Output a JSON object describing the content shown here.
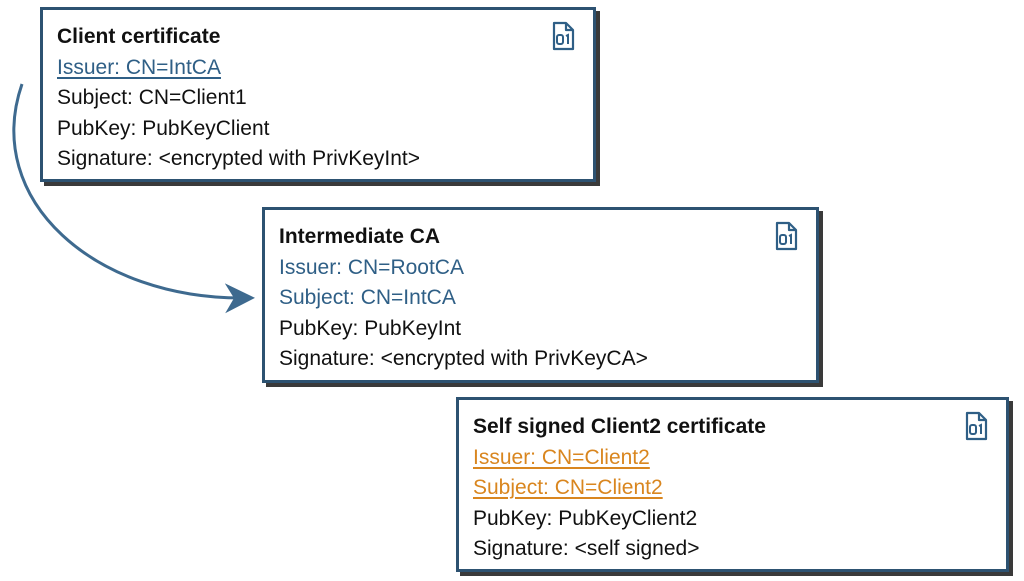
{
  "cards": {
    "client": {
      "title": "Client certificate",
      "issuer": "Issuer: CN=IntCA",
      "subject": "Subject: CN=Client1",
      "pubkey": "PubKey: PubKeyClient",
      "signature": "Signature: <encrypted with PrivKeyInt>"
    },
    "intca": {
      "title": "Intermediate CA",
      "issuer": "Issuer: CN=RootCA",
      "subject": "Subject: CN=IntCA",
      "pubkey": "PubKey: PubKeyInt",
      "signature": "Signature: <encrypted with PrivKeyCA>"
    },
    "client2": {
      "title": "Self signed Client2 certificate",
      "issuer": "Issuer: CN=Client2",
      "subject": "Subject: CN=Client2",
      "pubkey": "PubKey: PubKeyClient2",
      "signature": "Signature: <self signed>"
    }
  },
  "icons": {
    "certificate": "binary-file-icon"
  },
  "colors": {
    "border": "#2d5271",
    "blue_text": "#2f5f86",
    "orange_text": "#d9861f",
    "arrow": "#3e6a8f"
  }
}
